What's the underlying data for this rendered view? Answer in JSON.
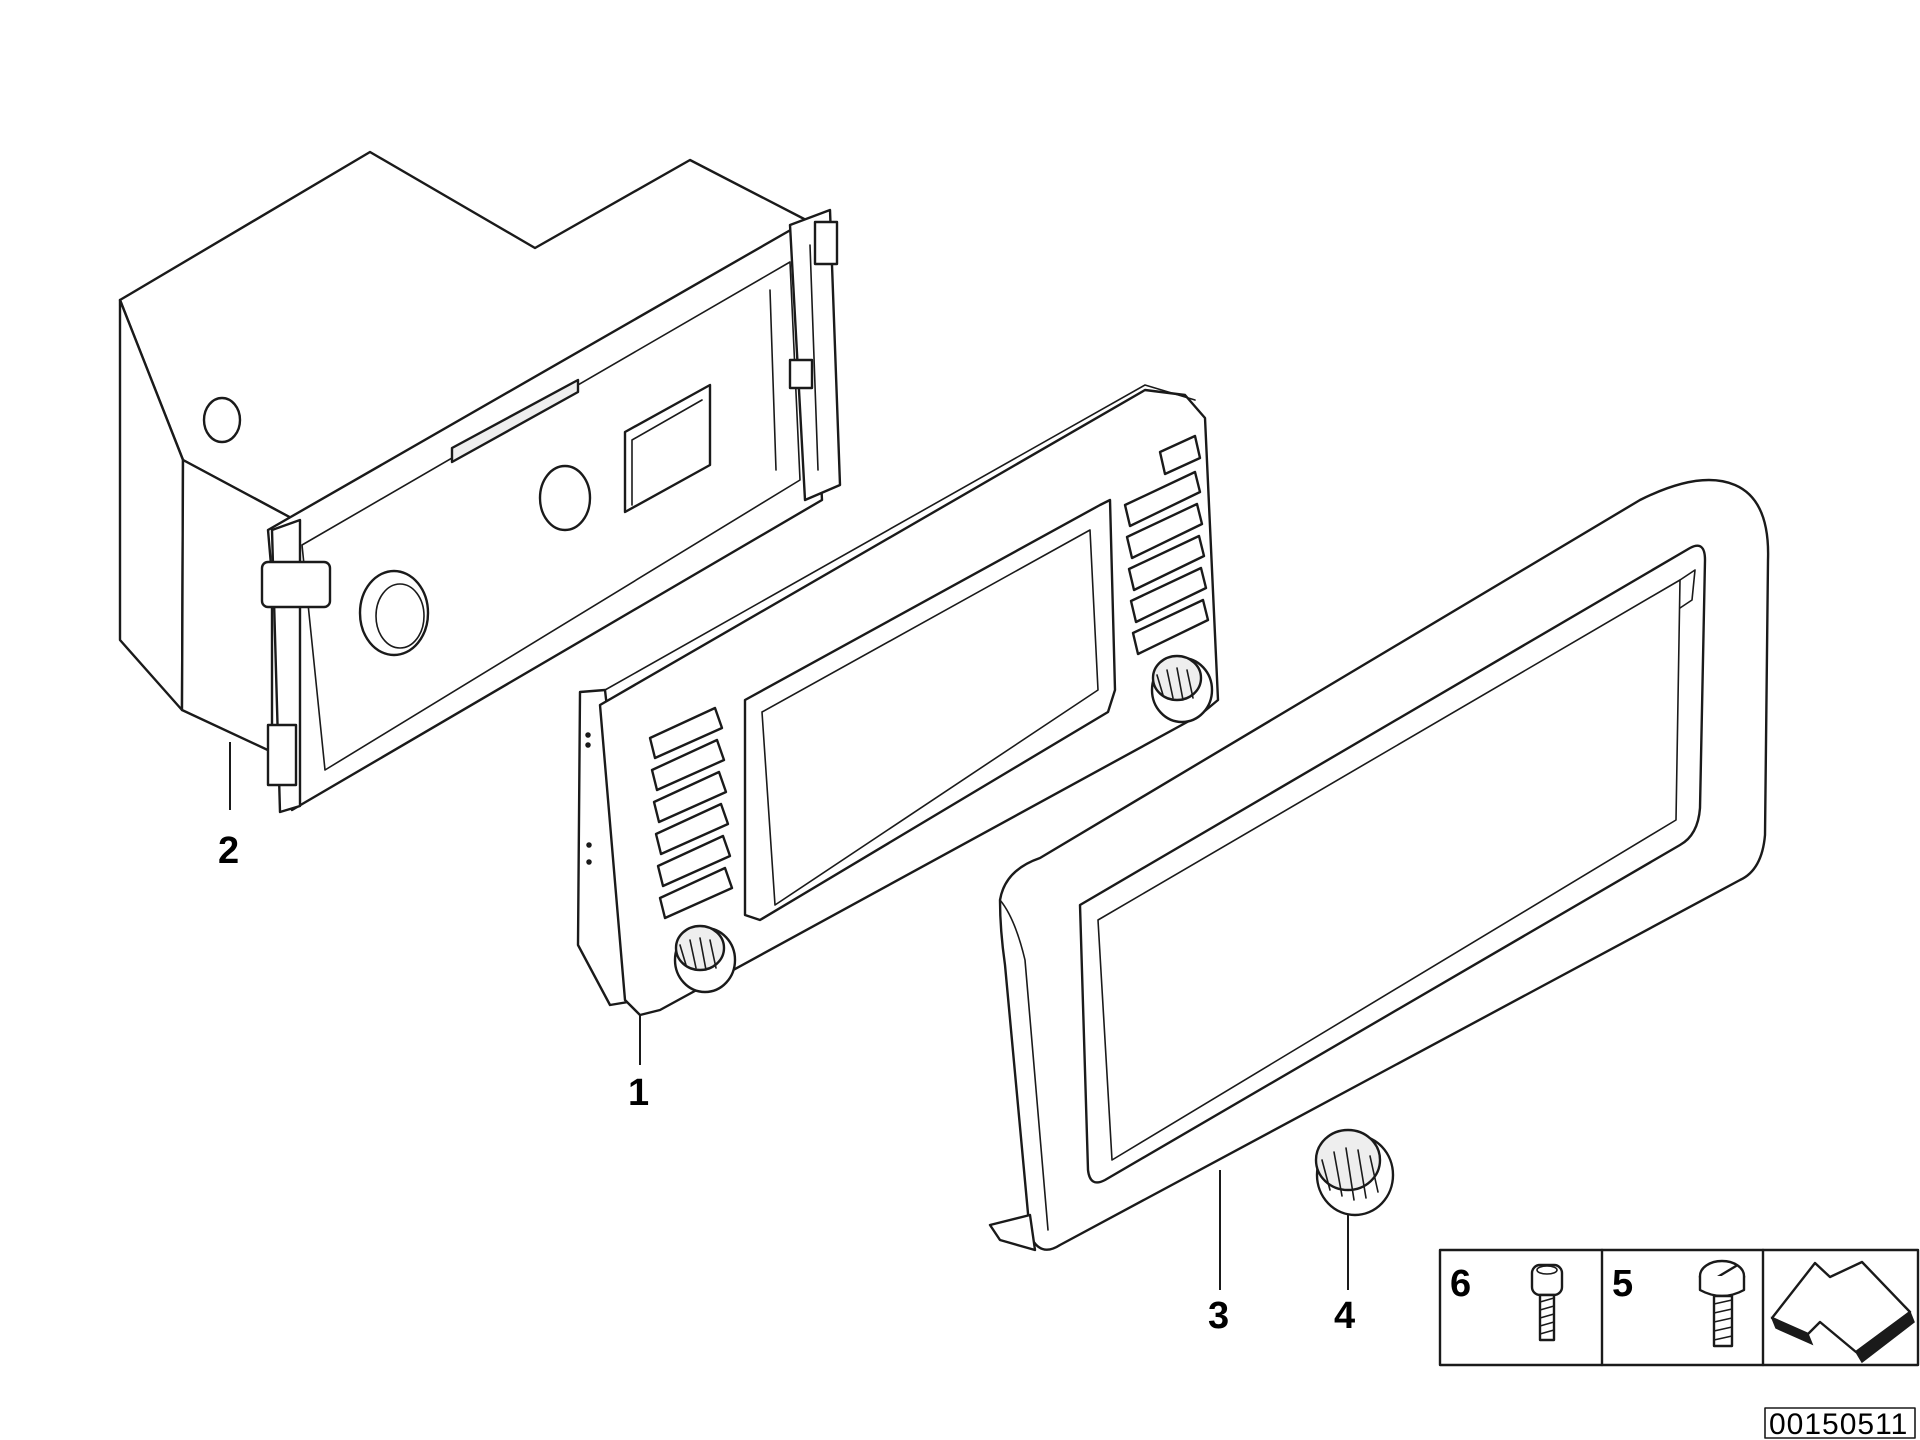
{
  "diagram": {
    "callouts": {
      "c1": "1",
      "c2": "2",
      "c3": "3",
      "c4": "4",
      "c5": "5",
      "c6": "6"
    },
    "drawing_number": "00150511",
    "parts": [
      {
        "label": "1",
        "name": "display-unit"
      },
      {
        "label": "2",
        "name": "mounting-bracket"
      },
      {
        "label": "3",
        "name": "trim-frame"
      },
      {
        "label": "4",
        "name": "rotary-knob"
      },
      {
        "label": "5",
        "name": "slotted-screw"
      },
      {
        "label": "6",
        "name": "hex-socket-screw"
      }
    ]
  }
}
